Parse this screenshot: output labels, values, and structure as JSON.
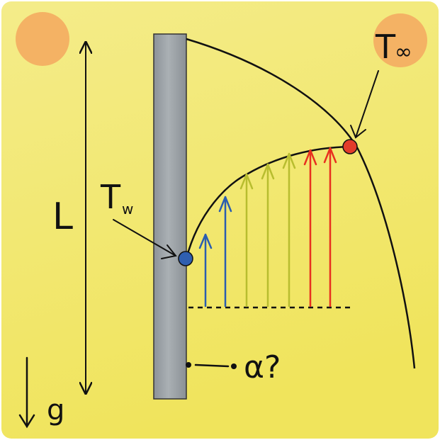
{
  "labels": {
    "length": "L",
    "wall_temp_main": "T",
    "wall_temp_sub": "w",
    "ambient_temp_main": "T",
    "ambient_temp_sub": "∞",
    "unknown": "α?",
    "gravity": "g"
  },
  "colors": {
    "background_top": "#f4ec8a",
    "background_bottom": "#f0e45c",
    "wall": "#9da3a8",
    "corner_circle": "#f4b264",
    "wall_point": "#2f5fb0",
    "ambient_point": "#e23b2b",
    "arrow_blue": "#2a5db0",
    "arrow_olive": "#b8bd2f",
    "arrow_red": "#e8301f",
    "ink": "#111111"
  }
}
